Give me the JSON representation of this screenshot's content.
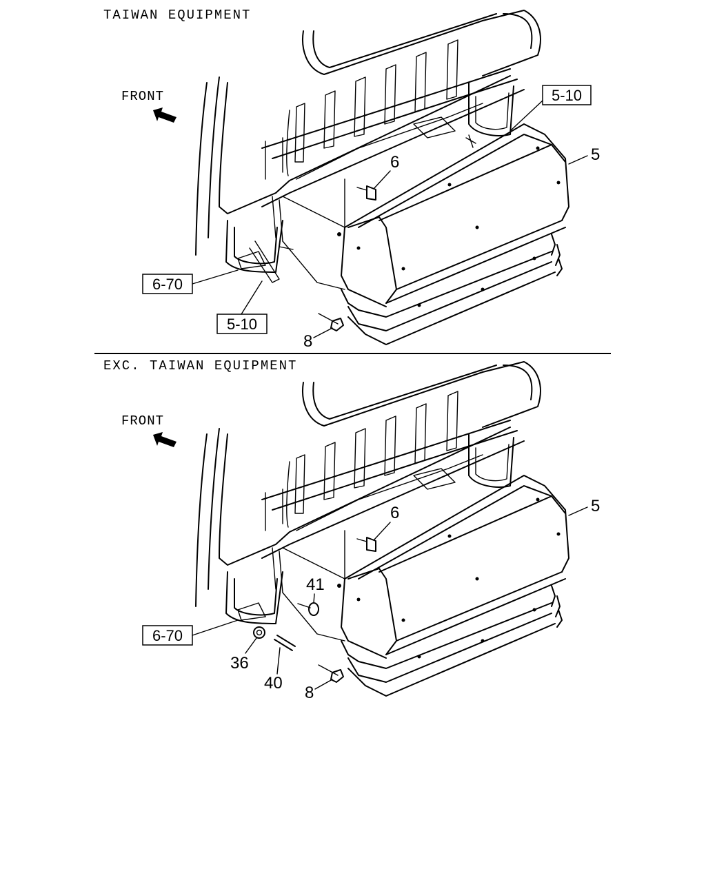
{
  "top_panel": {
    "heading": "TAIWAN EQUIPMENT",
    "front_label": "FRONT",
    "refs": {
      "ref_5_10_upper": "5-10",
      "ref_6_70": "6-70",
      "ref_5_10_lower": "5-10"
    },
    "callouts": {
      "c5": "5",
      "c6": "6",
      "c8": "8"
    }
  },
  "bottom_panel": {
    "heading": "EXC. TAIWAN EQUIPMENT",
    "front_label": "FRONT",
    "refs": {
      "ref_6_70": "6-70"
    },
    "callouts": {
      "c5": "5",
      "c6": "6",
      "c8": "8",
      "c36": "36",
      "c40": "40",
      "c41": "41"
    }
  },
  "icons": [
    "front-arrow-icon"
  ]
}
